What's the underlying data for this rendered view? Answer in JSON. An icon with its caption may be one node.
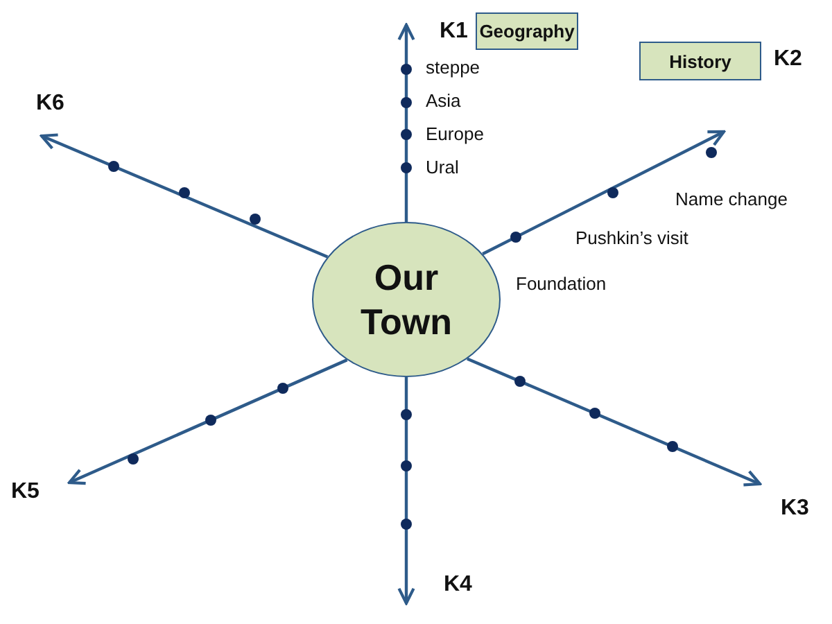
{
  "diagram": {
    "nodes": [
      {
        "text": [
          "Geography"
        ]
      },
      {
        "text": [
          "History"
        ]
      },
      {
        "text": [
          "Our Town"
        ]
      }
    ],
    "edges": [
      {
        "from": 2,
        "to": null,
        "arrow": "to"
      },
      {
        "from": 2,
        "to": null,
        "arrow": "to"
      },
      {
        "from": 2,
        "to": null,
        "arrow": "to"
      },
      {
        "from": 2,
        "to": null,
        "arrow": "to"
      },
      {
        "from": 2,
        "to": null,
        "arrow": "to"
      },
      {
        "from": 2,
        "to": null,
        "arrow": "to"
      }
    ],
    "labels": [
      "K1",
      "steppe",
      "Asia",
      "Europe",
      "Ural",
      "K2",
      "Name change",
      "Pushkin’s visit",
      "Foundation",
      "K6",
      "K5",
      "K3",
      "K4"
    ]
  }
}
